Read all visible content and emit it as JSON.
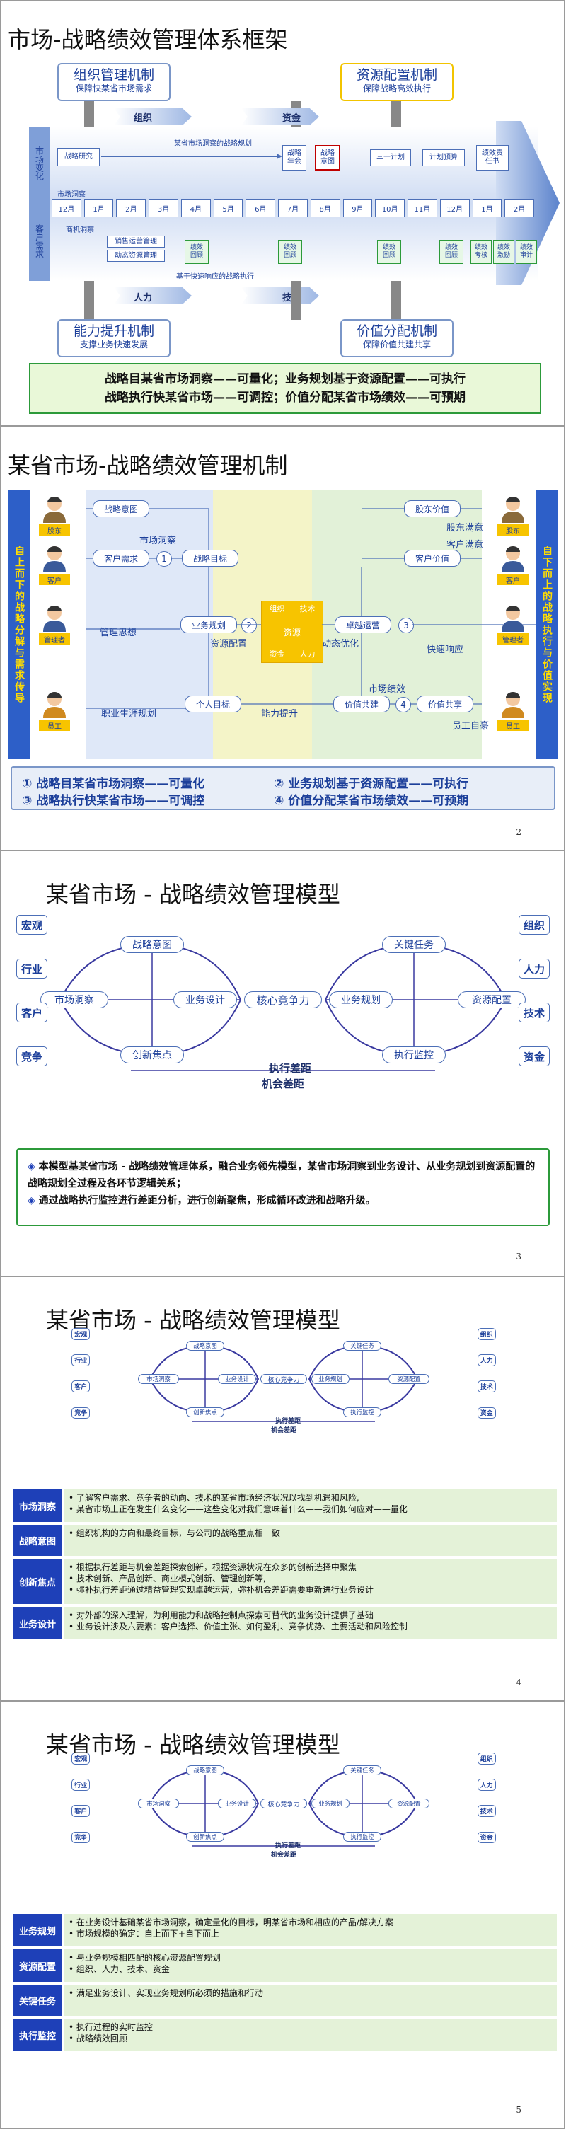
{
  "slide1": {
    "title": "市场-战略绩效管理体系框架",
    "mech_org": {
      "title": "组织管理机制",
      "sub": "保障快某省市场需求"
    },
    "mech_res": {
      "title": "资源配置机制",
      "sub": "保障战略高效执行"
    },
    "mech_cap": {
      "title": "能力提升机制",
      "sub": "支撑业务快速发展"
    },
    "mech_val": {
      "title": "价值分配机制",
      "sub": "保障价值共建共享"
    },
    "tag_org": "组织",
    "tag_fund": "资金",
    "tag_people": "人力",
    "tag_tech": "技术",
    "left_top": "市场变化",
    "left_bottom": "客户需求",
    "steps": [
      "战略研究",
      "战略年会",
      "战略意图",
      "三一计划",
      "计划预算",
      "绩效责任书"
    ],
    "plan_label": "某省市场洞察的战略规划",
    "insight_label": "市场洞察",
    "months": [
      "12月",
      "1月",
      "2月",
      "3月",
      "4月",
      "5月",
      "6月",
      "7月",
      "8月",
      "9月",
      "10月",
      "11月",
      "12月",
      "1月",
      "2月"
    ],
    "business_insight": "商机洞察",
    "sales_mgmt": "销售运营管理",
    "dynamic_mgmt": "动态资源管理",
    "reviews": [
      "绩效回顾",
      "绩效回顾",
      "绩效回顾",
      "绩效回顾"
    ],
    "end_boxes": [
      "绩效考核",
      "绩效激励",
      "绩效审计"
    ],
    "execution_label": "基于快速响应的战略执行",
    "summary1": "战略目某省市场洞察——可量化；业务规划基于资源配置——可执行",
    "summary2": "战略执行快某省市场——可调控；价值分配某省市场绩效——可预期"
  },
  "slide2": {
    "title": "某省市场-战略绩效管理机制",
    "left_vertical": "自上而下的战略分解与需求传导",
    "right_vertical": "自下而上的战略执行与价值实现",
    "people": [
      "股东",
      "客户",
      "管理者",
      "员工"
    ],
    "people_right": [
      "股东",
      "客户",
      "管理者",
      "员工"
    ],
    "labels": {
      "intent": "战略意图",
      "market_insight": "市场洞察",
      "customer_need": "客户需求",
      "strategy_goal": "战略目标",
      "mgmt_thought": "管理思想",
      "biz_plan": "业务规划",
      "res_config": "资源配置",
      "career": "职业生涯规划",
      "personal_goal": "个人目标",
      "capability": "能力提升",
      "shareholder_value": "股东价值",
      "shareholder_sat": "股东满意",
      "customer_sat": "客户满意",
      "customer_value": "客户价值",
      "excellent_exec": "卓越运营",
      "dynamic_opt": "动态优化",
      "fast_resp": "快速响应",
      "market_perf": "市场绩效",
      "value_build": "价值共建",
      "value_share": "价值共享",
      "employee_sat": "员工自豪",
      "n1": "1",
      "n2": "2",
      "n3": "3",
      "n4": "4"
    },
    "center_cells": [
      "组织",
      "技术",
      "资金",
      "人力"
    ],
    "center_label": "资源",
    "point1": "① 战略目某省市场洞察——可量化",
    "point2": "② 业务规划基于资源配置——可执行",
    "point3": "③ 战略执行快某省市场——可调控",
    "point4": "④ 价值分配某省市场绩效——可预期",
    "page": "2"
  },
  "model": {
    "left_boxes": [
      "宏观",
      "行业",
      "客户",
      "竞争"
    ],
    "right_boxes": [
      "组织",
      "人力",
      "技术",
      "资金"
    ],
    "nodes": {
      "intent": "战略意图",
      "insight": "市场洞察",
      "innovation": "创新焦点",
      "biz_design": "业务设计",
      "core": "核心竞争力",
      "biz_plan": "业务规划",
      "key_task": "关键任务",
      "res_config": "资源配置",
      "exec_monitor": "执行监控",
      "exec_gap": "执行差距",
      "chance_gap": "机会差距"
    }
  },
  "slide3": {
    "title": "某省市场 - 战略绩效管理模型",
    "bullet1": "本模型基某省市场 - 战略绩效管理体系，融合业务领先模型，某省市场洞察到业务设计、从业务规划到资源配置的战略规划全过程及各环节逻辑关系；",
    "bullet2": "通过战略执行监控进行差距分析，进行创新聚焦，形成循环改进和战略升级。",
    "page": "3"
  },
  "slide4": {
    "title": "某省市场 - 战略绩效管理模型",
    "rows": [
      {
        "label": "市场洞察",
        "lines": [
          "• 了解客户需求、竞争者的动向、技术的某省市场经济状况以找到机遇和风险,",
          "• 某省市场上正在发生什么变化——这些变化对我们意味着什么——我们如何应对——量化"
        ]
      },
      {
        "label": "战略意图",
        "lines": [
          "• 组织机构的方向和最终目标，与公司的战略重点相一致"
        ]
      },
      {
        "label": "创新焦点",
        "lines": [
          "• 根据执行差距与机会差距探索创新，根据资源状况在众多的创新选择中聚焦",
          "• 技术创新、产品创新、商业模式创新、管理创新等,",
          "• 弥补执行差距通过精益管理实现卓越运营，弥补机会差距需要重新进行业务设计"
        ]
      },
      {
        "label": "业务设计",
        "lines": [
          "• 对外部的深入理解，为利用能力和战略控制点探索可替代的业务设计提供了基础",
          "• 业务设计涉及六要素：客户选择、价值主张、如何盈利、竞争优势、主要活动和风险控制"
        ]
      }
    ],
    "page": "4"
  },
  "slide5": {
    "title": "某省市场 - 战略绩效管理模型",
    "rows": [
      {
        "label": "业务规划",
        "lines": [
          "• 在业务设计基础某省市场洞察，确定量化的目标，明某省市场和相应的产品/解决方案",
          "• 市场规模的确定：自上而下+自下而上"
        ]
      },
      {
        "label": "资源配置",
        "lines": [
          "• 与业务规模相匹配的核心资源配置规划",
          "• 组织、人力、技术、资金"
        ]
      },
      {
        "label": "关键任务",
        "lines": [
          "• 满足业务设计、实现业务规划所必须的措施和行动"
        ]
      },
      {
        "label": "执行监控",
        "lines": [
          "• 执行过程的实时监控",
          "• 战略绩效回顾"
        ]
      }
    ],
    "page": "5"
  },
  "colors": {
    "accent": "#1e40b8",
    "green_panel": "#e4f2d8",
    "yellow": "#f2c400",
    "light_blue": "#dbe6f8"
  }
}
